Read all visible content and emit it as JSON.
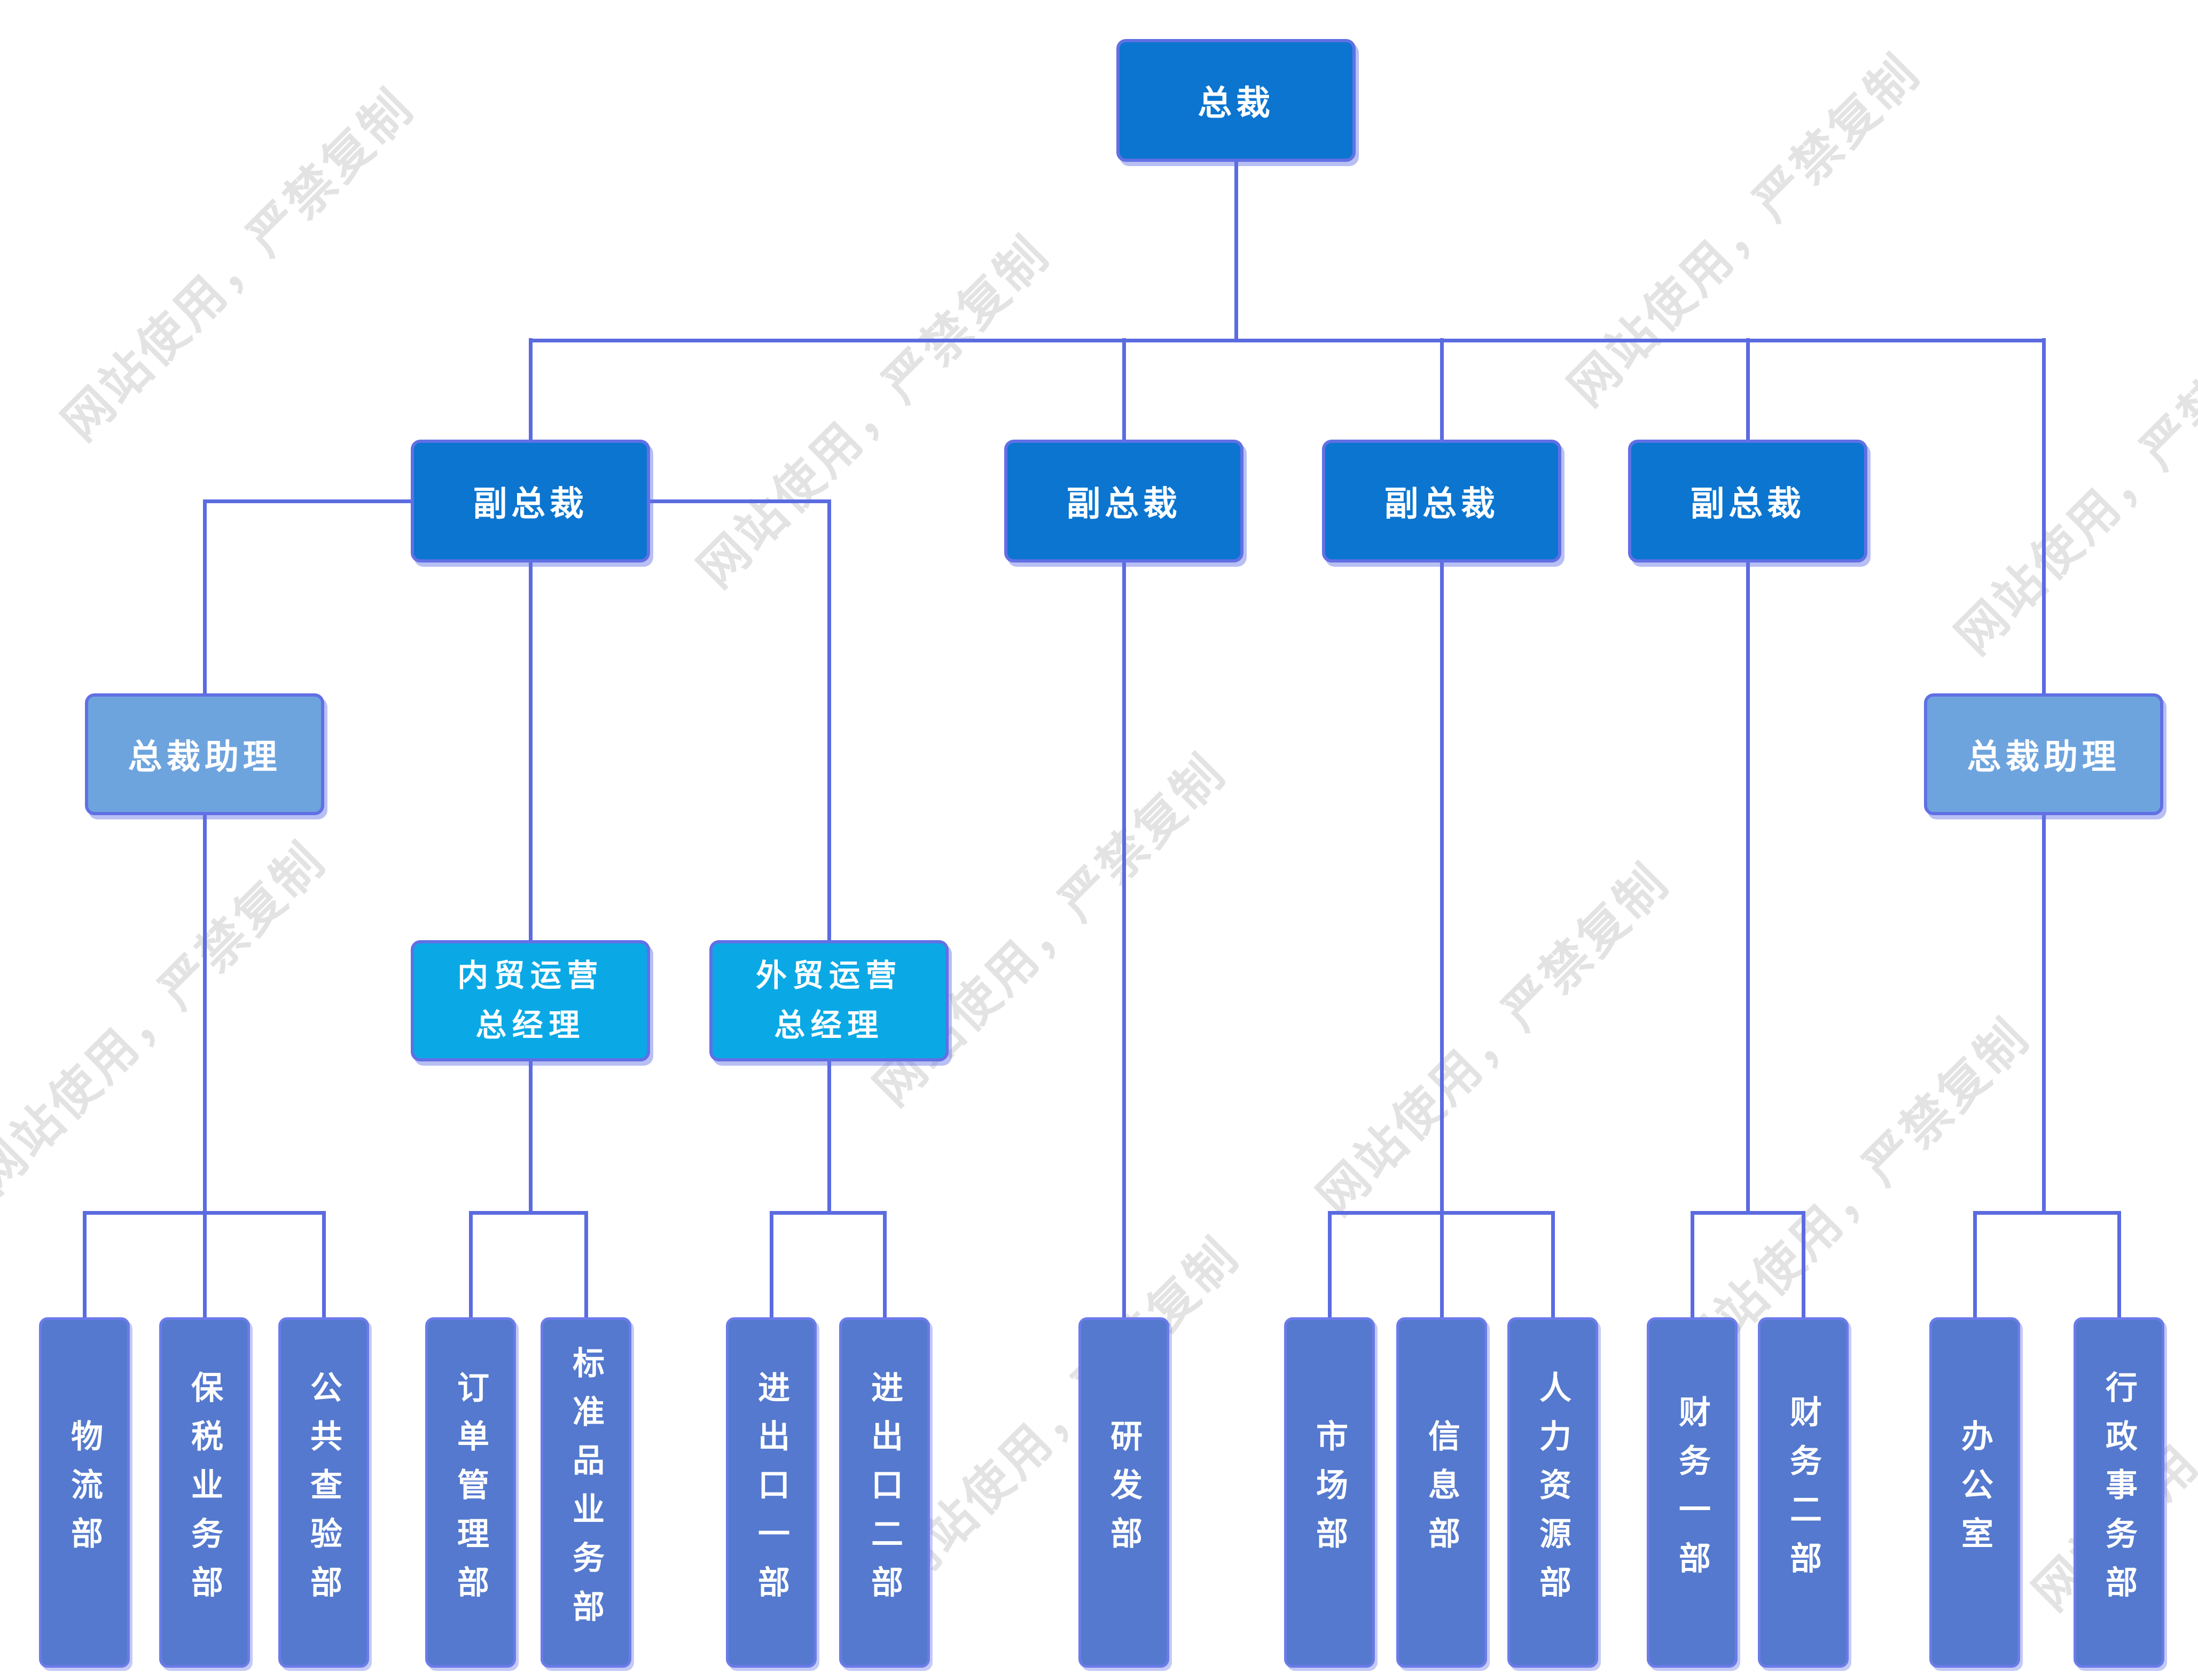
{
  "watermark": {
    "text": "网站使用，严禁复制"
  },
  "org_chart": {
    "president": {
      "label": "总裁"
    },
    "vice_president": {
      "label": "副总裁"
    },
    "assistant": {
      "label": "总裁助理"
    },
    "gm_domestic": {
      "label": "内贸运营\n总经理"
    },
    "gm_foreign": {
      "label": "外贸运营\n总经理"
    },
    "departments": [
      {
        "label": "物流部"
      },
      {
        "label": "保税业务部"
      },
      {
        "label": "公共查验部"
      },
      {
        "label": "订单管理部"
      },
      {
        "label": "标准品业务部"
      },
      {
        "label": "进出口一部"
      },
      {
        "label": "进出口二部"
      },
      {
        "label": "研发部"
      },
      {
        "label": "市场部"
      },
      {
        "label": "信息部"
      },
      {
        "label": "人力资源部"
      },
      {
        "label": "财务一部"
      },
      {
        "label": "财务二部"
      },
      {
        "label": "办公室"
      },
      {
        "label": "行政事务部"
      }
    ]
  },
  "colors": {
    "exec_fill": "#0B75D0",
    "assistant_fill": "#6EA4DE",
    "gm_fill": "#0AA9E6",
    "dept_fill": "#5479CE",
    "box_border": "#6170E4",
    "dept_border": "#6B7BE8",
    "connector": "#5B6BE0",
    "watermark": "#E3E3E3",
    "node_text": "#FFFFFF"
  }
}
